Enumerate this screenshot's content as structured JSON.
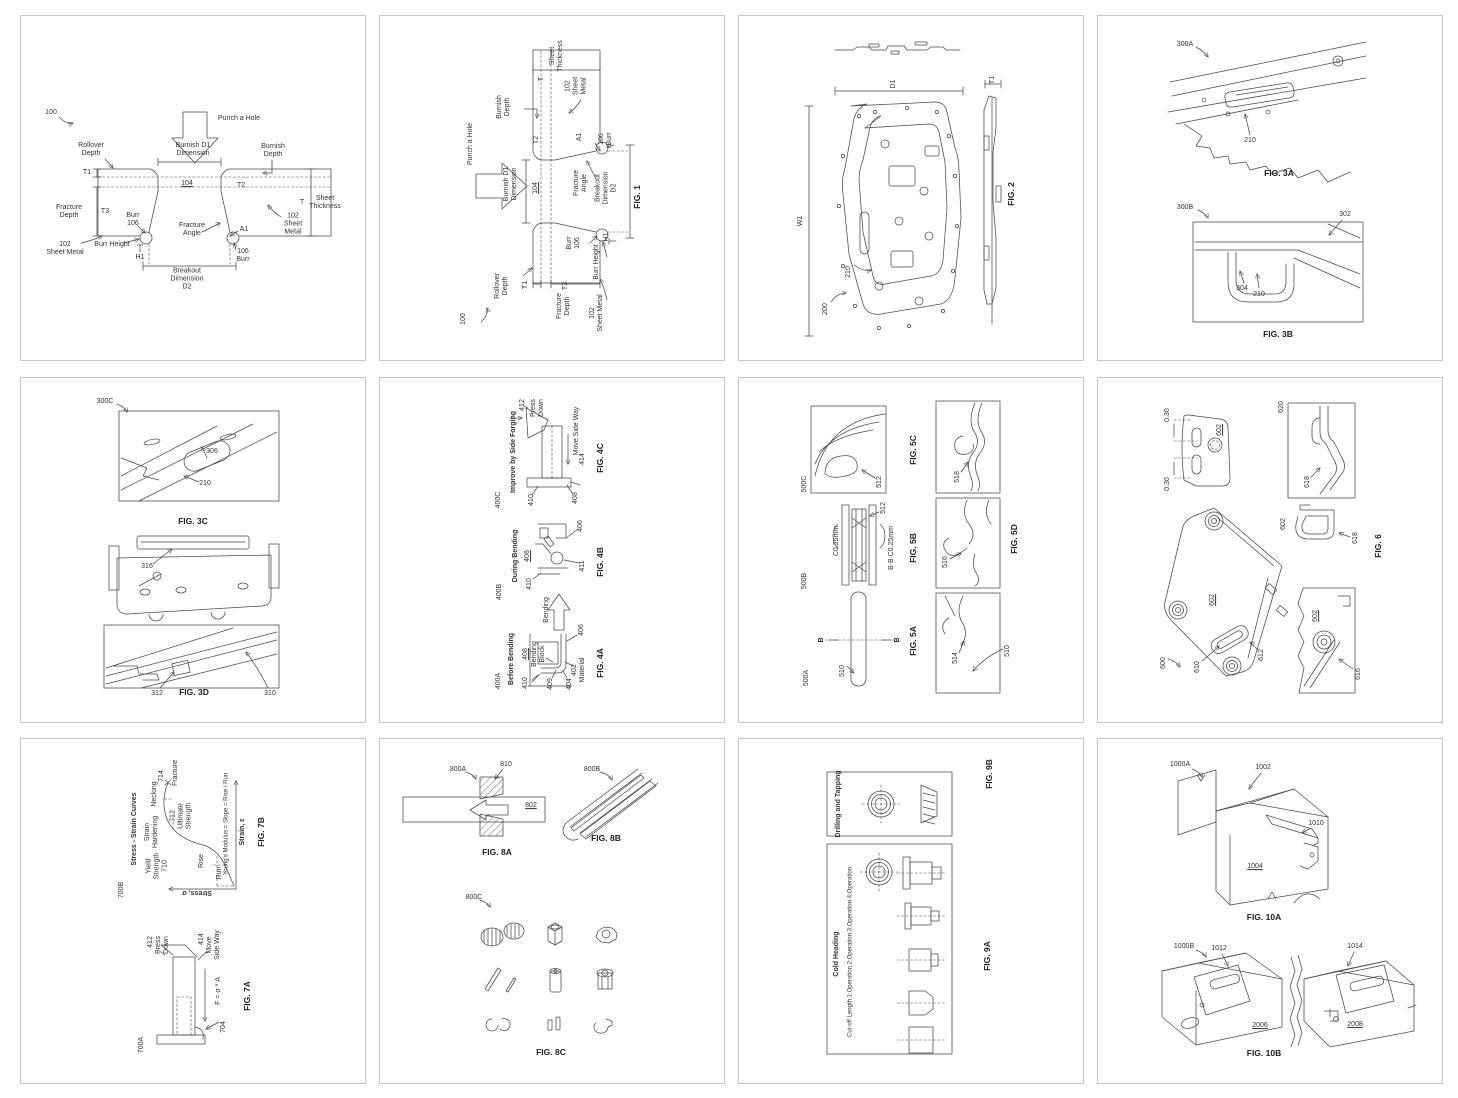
{
  "colors": {
    "line": "#4a4a4a",
    "panel_border": "#c6c6c6",
    "background": "#ffffff",
    "text": "#333333"
  },
  "panels": [
    {
      "name": "fig1-upright",
      "labels": {
        "ref": "100",
        "punch": "Punch a Hole",
        "rollover": "Rollover\nDepth",
        "burnish_dim": "Burnish   D1\nDimension",
        "burnish_depth": "Burnish\nDepth",
        "t1": "T1",
        "n104": "104",
        "t2": "T2",
        "t": "T",
        "sheet_thickness": "Sheet\nThickness",
        "fracture_depth": "Fracture\nDepth",
        "t3": "T3",
        "burr_l": "Burr\n106",
        "fracture_angle": "Fracture\nAngle",
        "a1": "A1",
        "metal_r": "102\nSheet\nMetal",
        "metal_l": "102\nSheet Metal",
        "burr_height": "Burr Height",
        "h1": "H1",
        "breakout": "Breakout\nDimension\nD2",
        "burr_r": "106\nBurr"
      }
    },
    {
      "name": "fig1-rotated",
      "caption": "FIG. 1",
      "labels": {
        "ref": "100",
        "punch": "Punch a Hole",
        "rollover": "Rollover\nDepth",
        "burnish_dim": "Burnish   D1\nDimension",
        "burnish_depth": "Burnish\nDepth",
        "t1": "T1",
        "n104": "104",
        "t2": "T2",
        "t": "T",
        "sheet_thickness": "Sheet\nThickness",
        "fracture_depth": "Fracture\nDepth",
        "t3": "T3",
        "burr_l": "Burr\n106",
        "fracture_angle": "Fracture\nAngle",
        "a1": "A1",
        "metal_r": "102\nSheet\nMetal",
        "metal_l": "102\nSheet Metal",
        "burr_height": "Burr Height",
        "h1": "H1",
        "breakout": "Breakout\nDimension\nD2",
        "burr_r": "106\nBurr"
      }
    },
    {
      "name": "fig2",
      "caption": "FIG. 2",
      "labels": {
        "d1": "D1",
        "w1": "W1",
        "t1": "T1",
        "n210": "210",
        "ref": "200"
      }
    },
    {
      "name": "fig3ab",
      "labels": {
        "ref_a": "300A",
        "n210a": "210",
        "cap_a": "FIG. 3A",
        "ref_b": "300B",
        "n302": "302",
        "n304": "304",
        "n210b": "210",
        "cap_b": "FIG. 3B"
      }
    },
    {
      "name": "fig3cd",
      "labels": {
        "ref_c": "300C",
        "n306": "306",
        "n210": "210",
        "cap_c": "FIG. 3C",
        "n316": "316",
        "n312": "312",
        "n310": "310",
        "cap_d": "FIG. 3D"
      }
    },
    {
      "name": "fig4",
      "labels": {
        "ref_c": "400C",
        "c_title": "Improve by Side Forging",
        "n412": "412",
        "press": "Press\nDown",
        "move": "Move Side Way",
        "n414": "414",
        "n410c": "410",
        "n408c": "408",
        "cap_c": "FIG. 4C",
        "ref_b": "400B",
        "b_title": "During Bending",
        "n408b": "408",
        "n406b": "406",
        "n411": "411",
        "n410b": "410",
        "cap_b": "FIG. 4B",
        "bending": "Bending",
        "ref_a": "400A",
        "a_title": "Before Bending",
        "n406a": "406",
        "n408a": "408",
        "block": "Bending\nBlock",
        "n409": "409",
        "n404": "404",
        "n402": "402\nMaterial",
        "n410a": "410",
        "cap_a": "FIG. 4A"
      }
    },
    {
      "name": "fig5",
      "labels": {
        "ref_c": "500C",
        "n512c": "512",
        "cap_c": "FIG. 5C",
        "n512b": "512",
        "cham_l": "C0.25mm",
        "cham_r": "B-B  C0.25mm",
        "ref_b": "500B",
        "cap_b": "FIG. 5B",
        "ref_a": "500A",
        "n510a": "510",
        "b1": "B",
        "b2": "B",
        "cap_a": "FIG. 5A",
        "n518": "518",
        "n516": "516",
        "n514": "514",
        "n510d": "510",
        "cap_d": "FIG. 5D"
      }
    },
    {
      "name": "fig6",
      "labels": {
        "d030_t": "0.30",
        "d030_b": "0.30",
        "n602_flat": "602",
        "ref620": "620",
        "n618_box": "618",
        "n602_hook": "602",
        "n618_hook": "618",
        "cap": "FIG. 6",
        "n602_main": "602",
        "ref": "600",
        "n610": "610",
        "n612": "612",
        "n602_box": "602",
        "n616": "616"
      }
    },
    {
      "name": "fig7",
      "labels": {
        "ref_b": "700B",
        "title": "Stress - Strain Curves",
        "yield": "Yield\nStrength\n710",
        "hardening": "Strain\nHardening",
        "necking": "Necking",
        "n714": "714",
        "fracture": "Fracture",
        "ultimate": "712\nUltimate\nStrength",
        "rise": "Rise",
        "run": "Run",
        "youngs": "Young's Modulus = Slope = Rise / Run",
        "strain_axis": "Strain, ε",
        "stress_axis": "Stress, σ",
        "cap_b": "FIG. 7B",
        "ref_a": "700A",
        "n412": "412",
        "press": "Press\nDown",
        "n414": "414",
        "move": "Move\nSide Way",
        "force": "F = σ * A",
        "n704": "704",
        "cap_a": "FIG. 7A"
      }
    },
    {
      "name": "fig8",
      "labels": {
        "ref_a": "800A",
        "n810": "810",
        "n802": "802",
        "cap_a": "FIG. 8A",
        "ref_b": "800B",
        "cap_b": "FIG. 8B",
        "ref_c": "800C",
        "cap_c": "FIG. 8C"
      }
    },
    {
      "name": "fig9",
      "labels": {
        "b_title": "Drilling and Tapping",
        "cap_b": "FIG. 9B",
        "a_title": "Cold Heading",
        "ops": "Cut-off Length  1:Operation  2:Operation  3:Operation  4:Operation",
        "cap_a": "FIG. 9A"
      }
    },
    {
      "name": "fig10",
      "labels": {
        "ref_a": "1000A",
        "n1002": "1002",
        "n1010": "1010",
        "n1004": "1004",
        "cap_a": "FIG. 10A",
        "ref_b": "1000B",
        "n1012": "1012",
        "n1014": "1014",
        "n2006": "2006",
        "n2008": "2008",
        "cap_b": "FIG. 10B"
      }
    }
  ]
}
